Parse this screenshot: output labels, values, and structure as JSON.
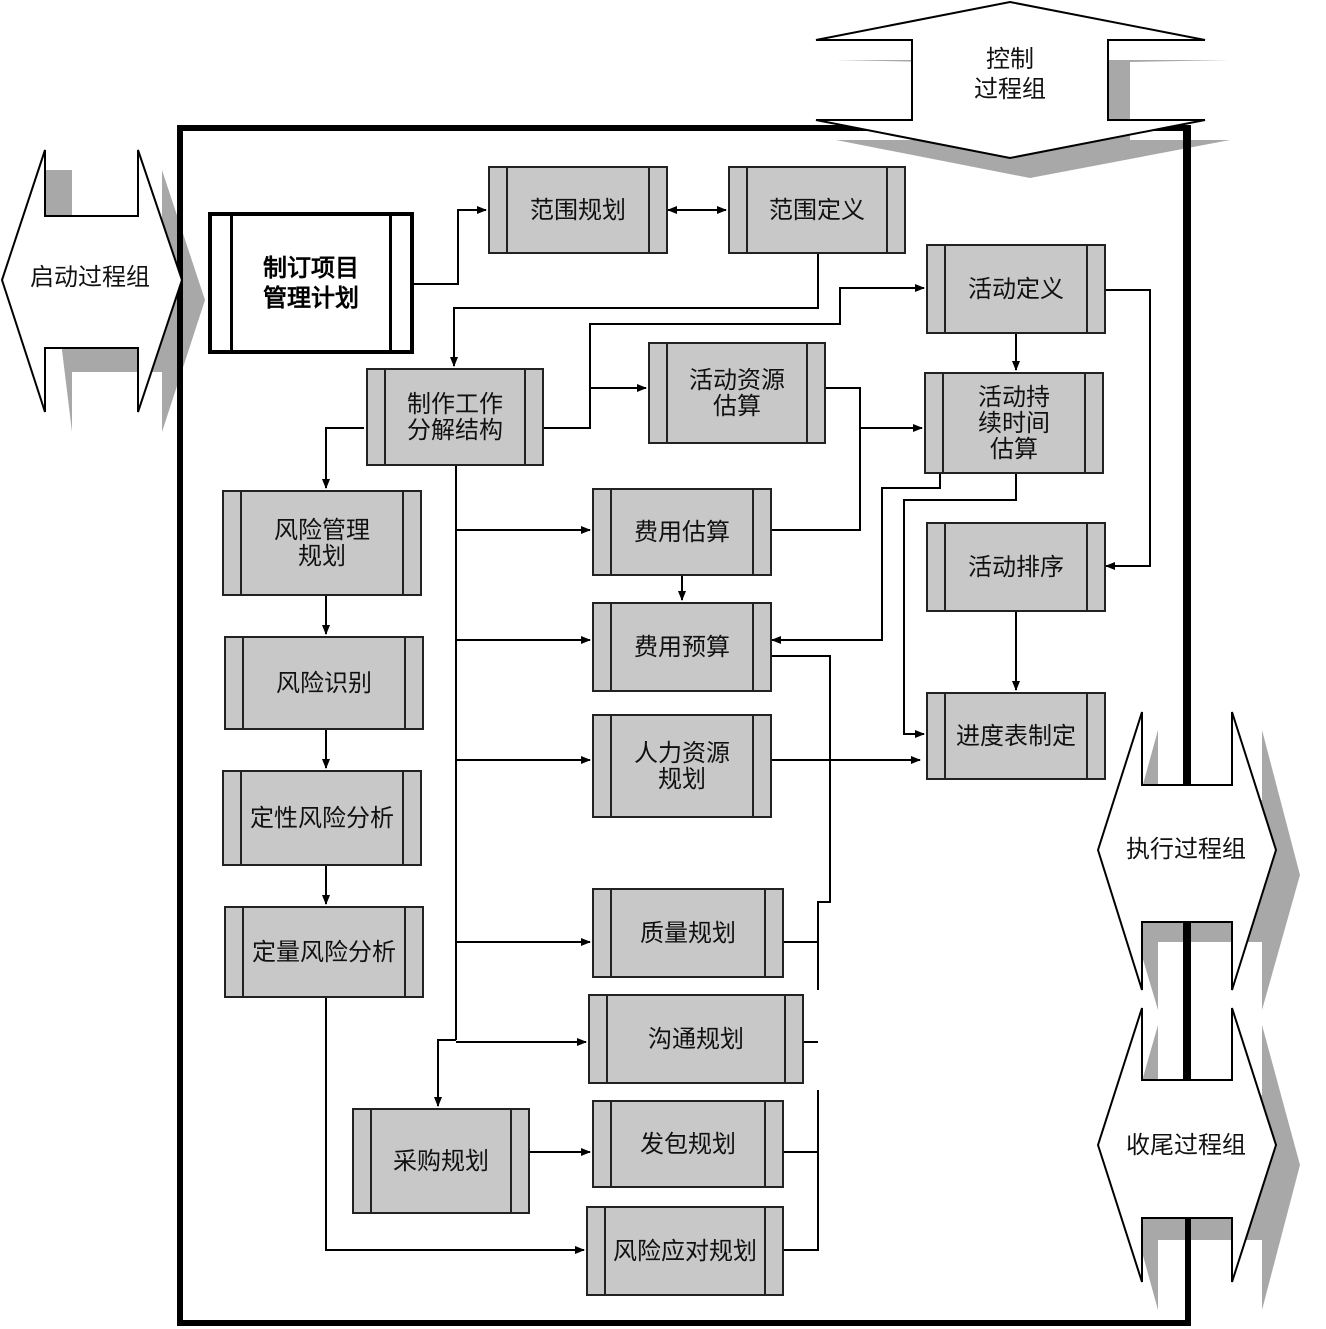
{
  "process_groups": {
    "initiating": "启动过程组",
    "control": "控制\n过程组",
    "executing": "执行过程组",
    "closing": "收尾过程组"
  },
  "processes": {
    "develop_plan": "制订项目\n管理计划",
    "scope_planning": "范围规划",
    "scope_definition": "范围定义",
    "create_wbs": "制作工作\n分解结构",
    "activity_definition": "活动定义",
    "activity_resource_estimating": "活动资源\n估算",
    "activity_duration_estimating": "活动持\n续时间\n估算",
    "activity_sequencing": "活动排序",
    "schedule_development": "进度表制定",
    "cost_estimating": "费用估算",
    "cost_budgeting": "费用预算",
    "hr_planning": "人力资源\n规划",
    "risk_management_planning": "风险管理\n规划",
    "risk_identification": "风险识别",
    "qualitative_risk_analysis": "定性风险分析",
    "quantitative_risk_analysis": "定量风险分析",
    "quality_planning": "质量规划",
    "communications_planning": "沟通规划",
    "plan_purchases": "采购规划",
    "plan_contracting": "发包规划",
    "risk_response_planning": "风险应对规划"
  }
}
